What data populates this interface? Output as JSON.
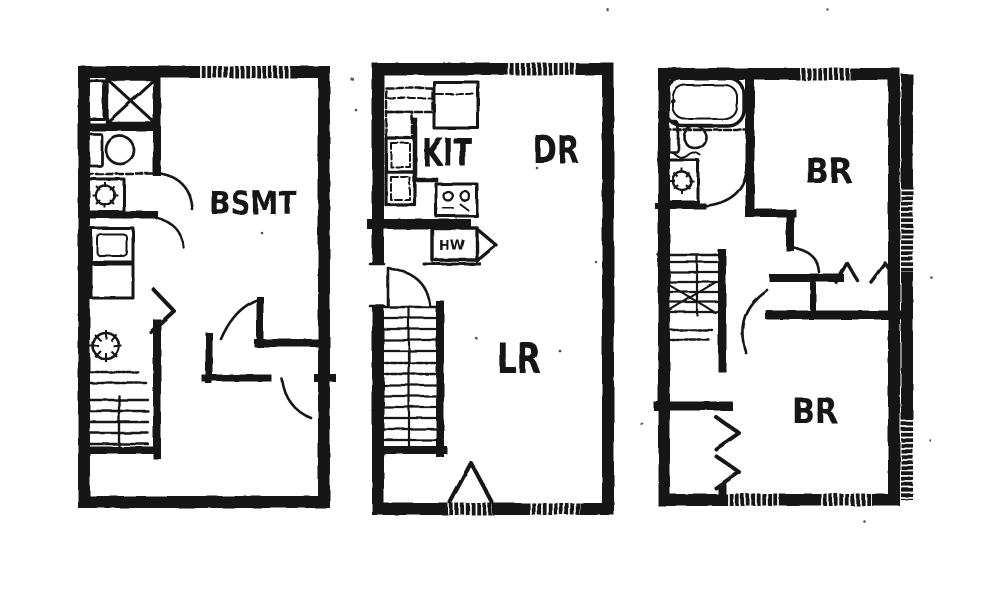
{
  "floorplan": {
    "description": "scanned three-level townhouse floor plan",
    "rooms": {
      "basement": "BSMT",
      "kitchen": "KIT",
      "dining": "DR",
      "living": "LR",
      "bedroom_upper": "BR",
      "bedroom_lower": "BR"
    },
    "labels": {
      "water_heater_closet": "HW"
    },
    "colors": {
      "ink": "#171717",
      "paper": "#ffffff"
    }
  }
}
